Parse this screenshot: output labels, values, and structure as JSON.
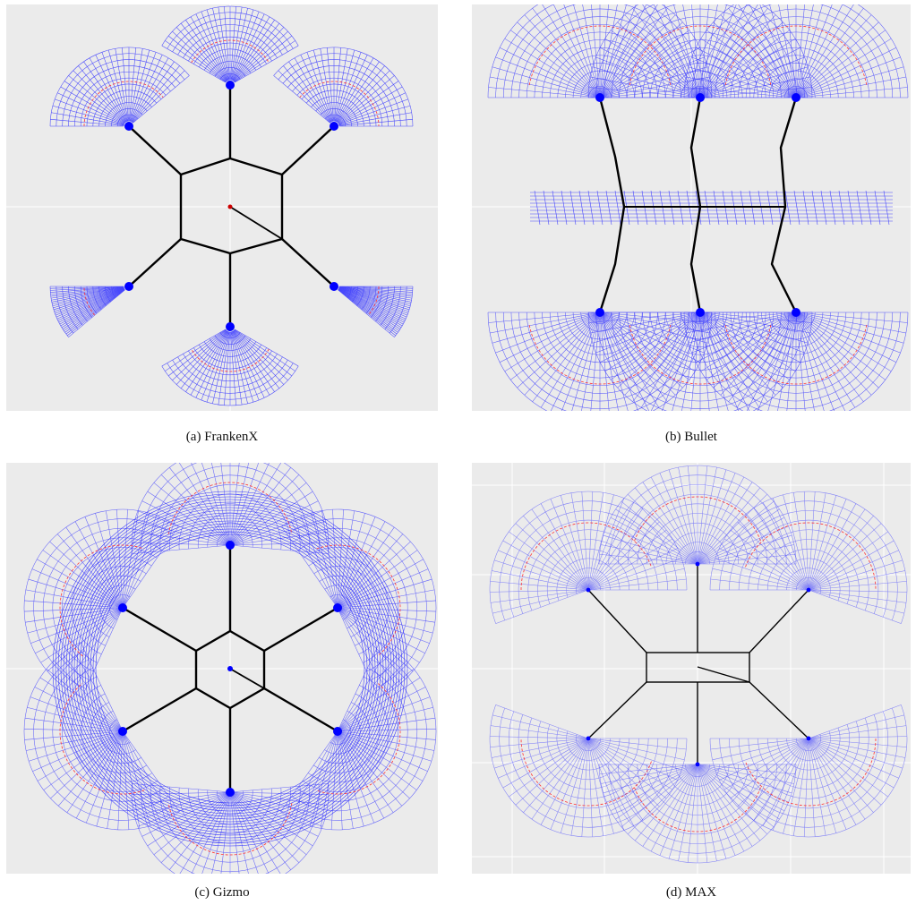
{
  "figure": {
    "panels": [
      {
        "id": "a",
        "caption": "(a)  FrankenX"
      },
      {
        "id": "b",
        "caption": "(b)  Bullet"
      },
      {
        "id": "c",
        "caption": "(c)  Gizmo"
      },
      {
        "id": "d",
        "caption": "(d)  MAX"
      }
    ]
  },
  "colors": {
    "background": "#ebebeb",
    "gridline": "#ffffff",
    "workspace_mesh": "#2a2aff",
    "boundary": "#ff3333",
    "frame": "#000000",
    "joint": "#0000ff",
    "center": "#cc0000"
  }
}
